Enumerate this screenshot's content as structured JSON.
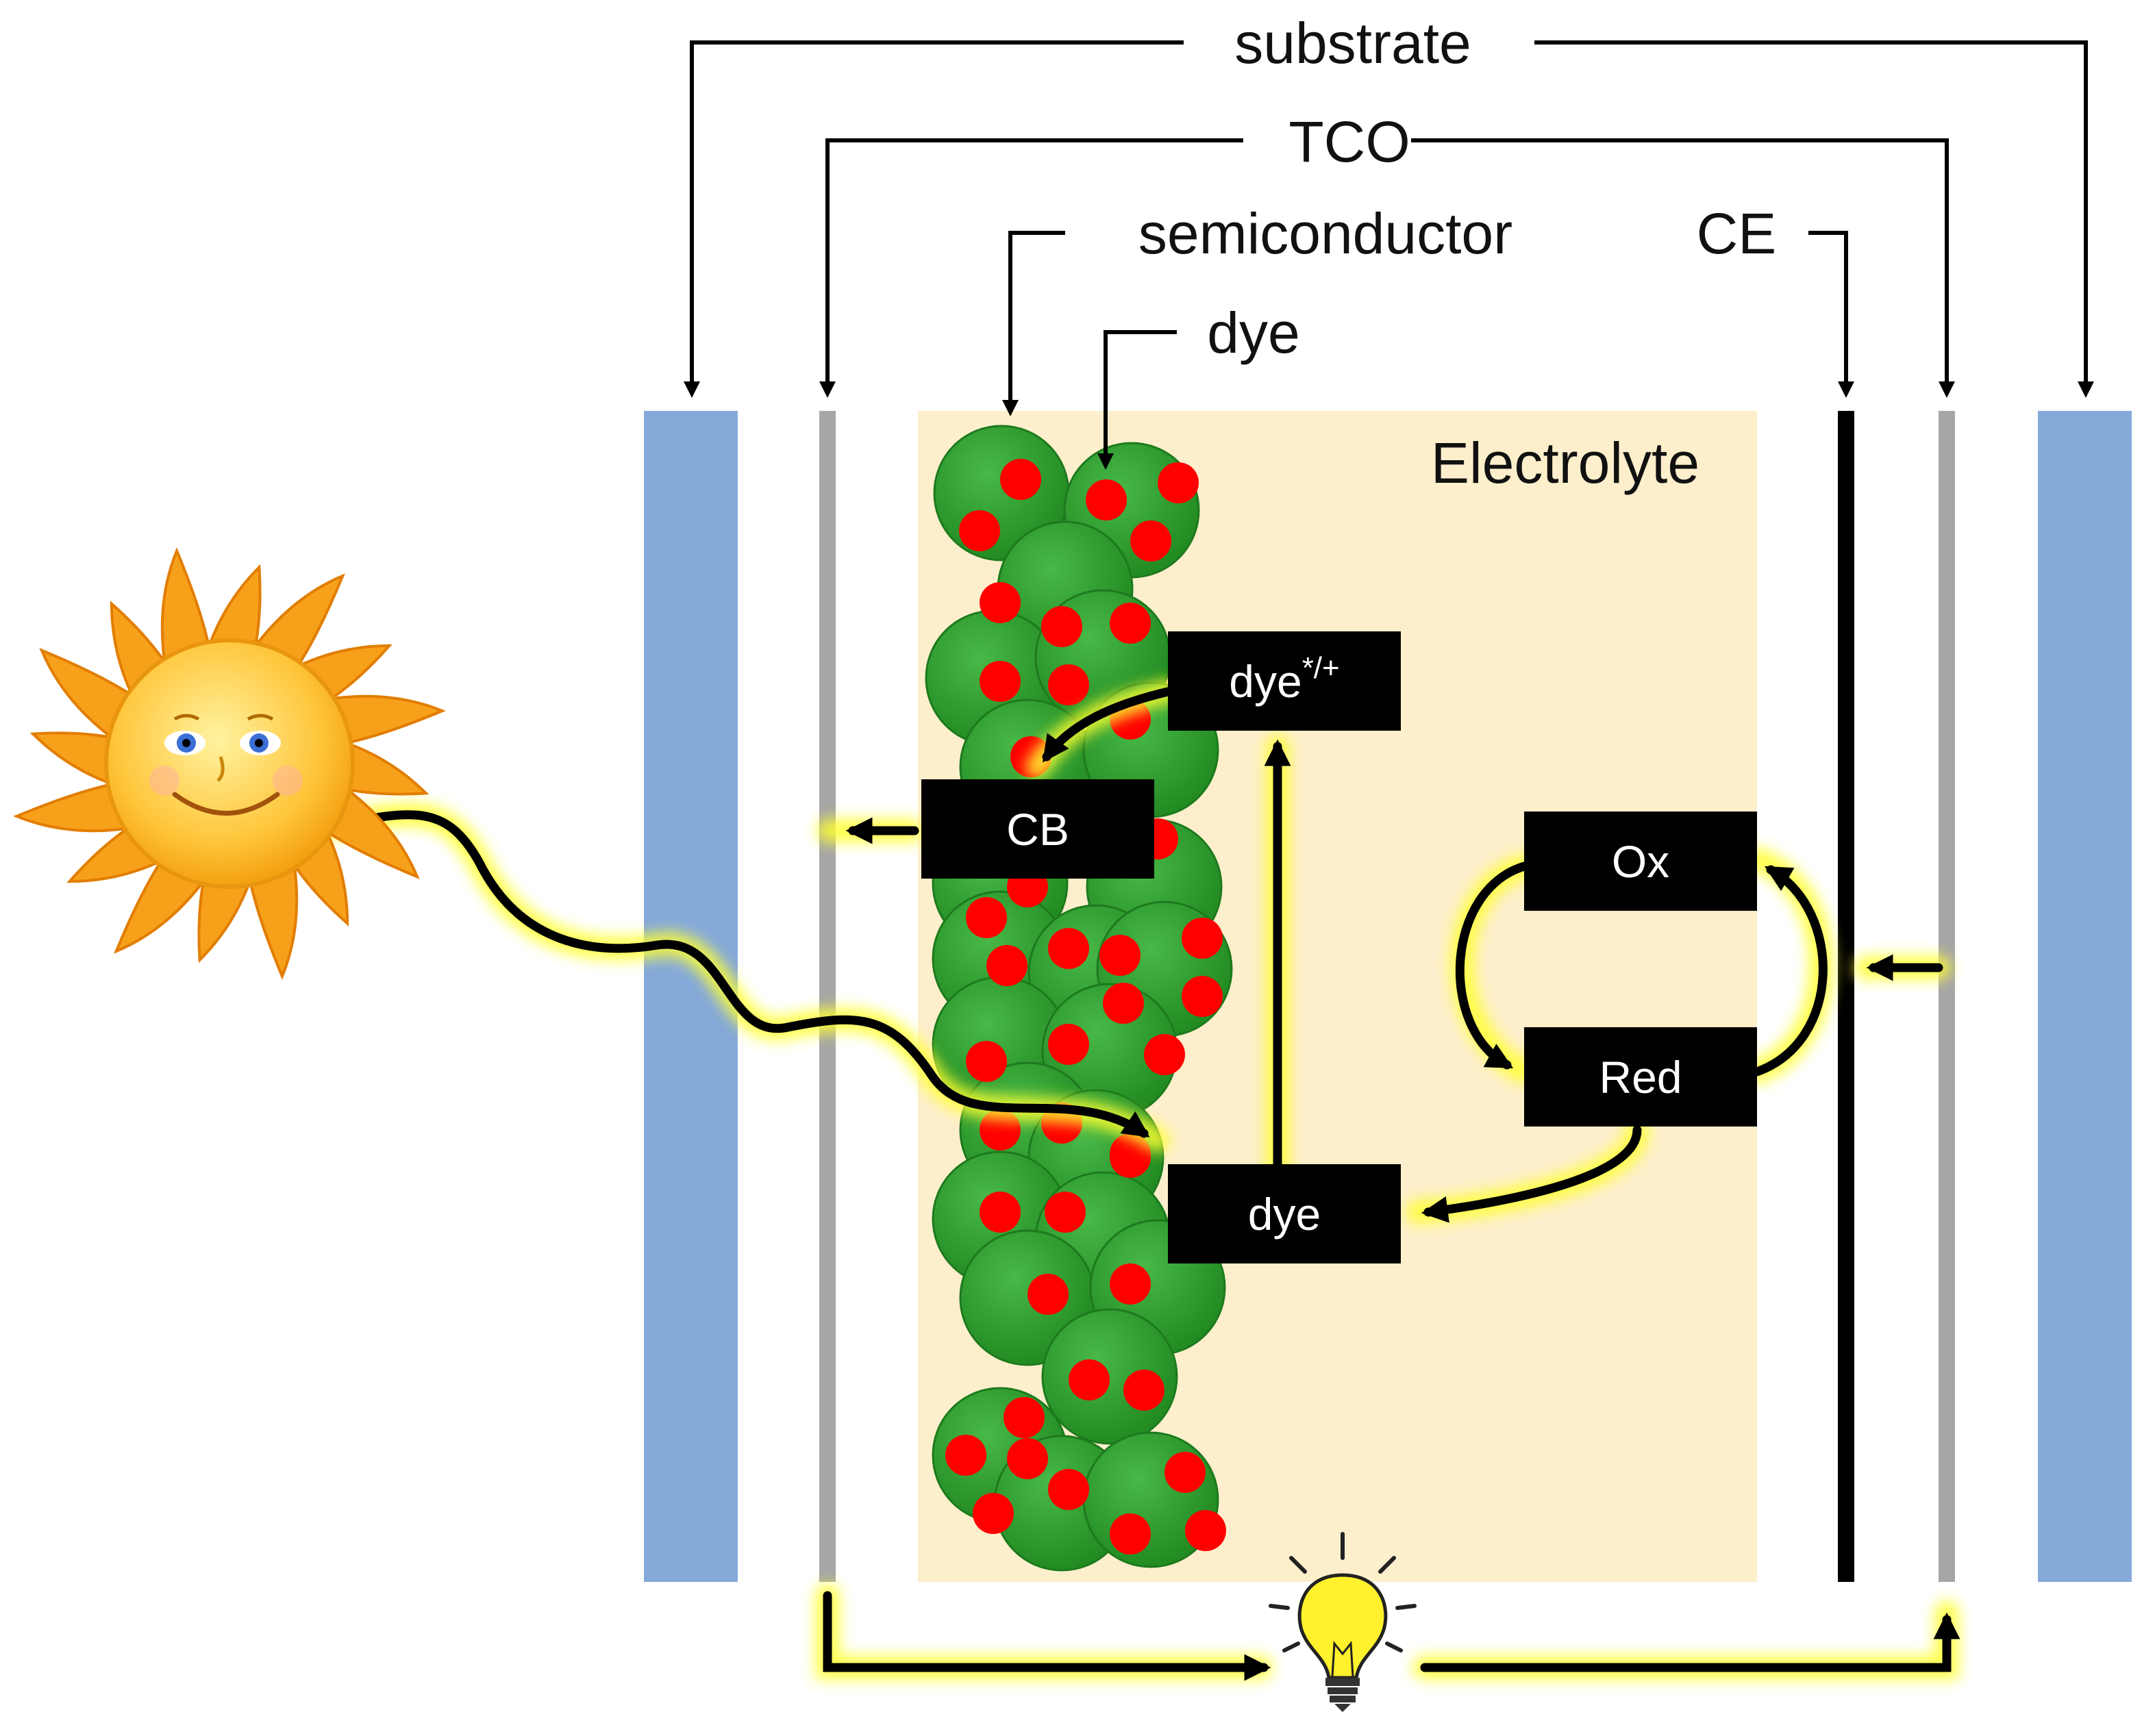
{
  "labels": {
    "substrate": "substrate",
    "tco": "TCO",
    "semiconductor": "semiconductor",
    "dye_top": "dye",
    "ce": "CE",
    "electrolyte": "Electrolyte"
  },
  "boxes": {
    "dye_excited_base": "dye",
    "dye_excited_sup": "*/+",
    "cb": "CB",
    "dye": "dye",
    "ox": "Ox",
    "red": "Red"
  },
  "colors": {
    "substrate": "#85a9d9",
    "tco": "#a6a6a6",
    "electrolyte": "#fdefcc",
    "counter_electrode": "#000000",
    "particle": "#2f9e2f",
    "dye_dot": "#ff0000",
    "box": "#000000",
    "glow": "#ffff44",
    "sun": "#f7a11a",
    "bulb": "#fff12b"
  },
  "icons": {
    "sun": "sun-icon",
    "bulb": "light-bulb-icon"
  }
}
